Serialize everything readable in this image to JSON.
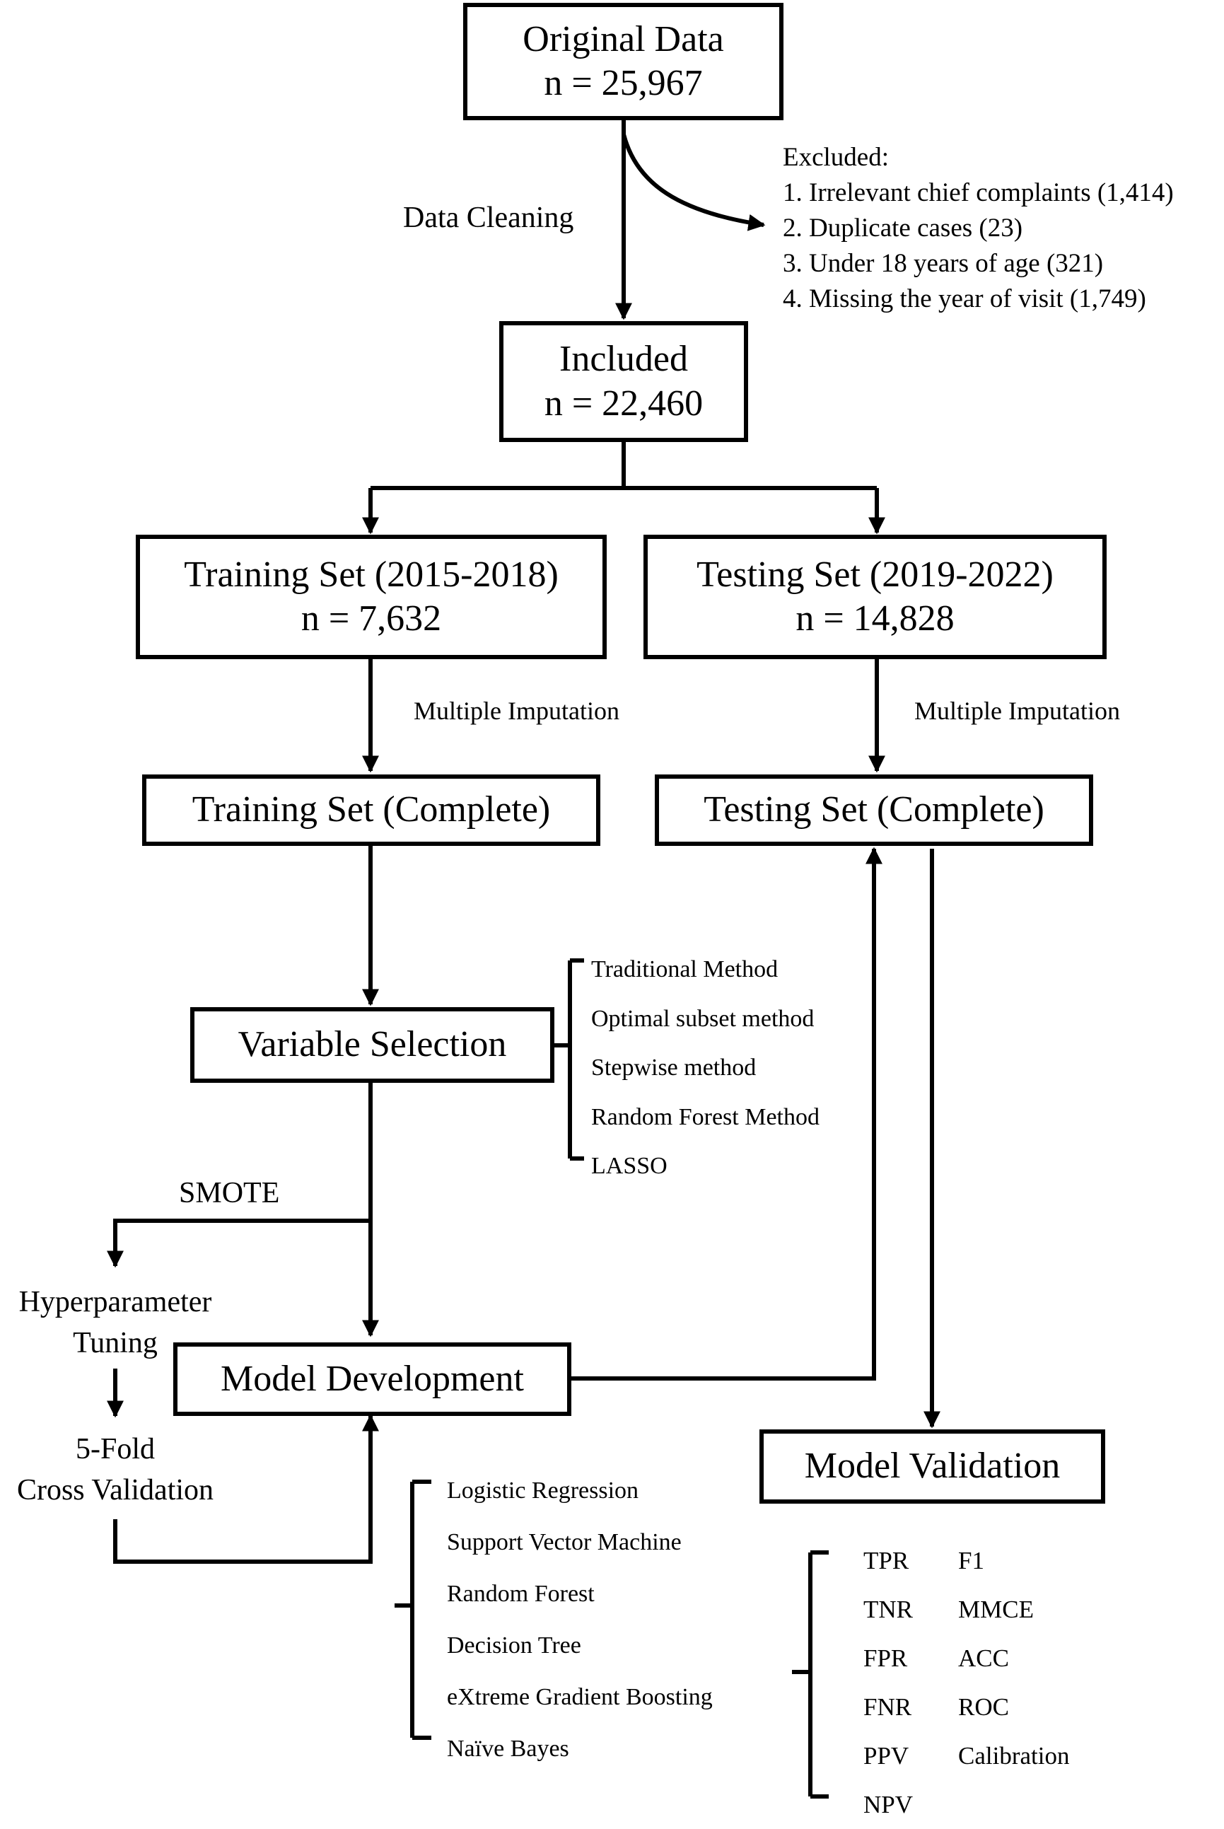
{
  "original": {
    "title": "Original Data",
    "n": "n = 25,967"
  },
  "cleaning_label": "Data Cleaning",
  "excluded": {
    "heading": "Excluded:",
    "items": [
      "1. Irrelevant chief complaints (1,414)",
      "2. Duplicate cases (23)",
      "3. Under 18 years of age (321)",
      "4. Missing the year of visit (1,749)"
    ]
  },
  "included": {
    "title": "Included",
    "n": "n = 22,460"
  },
  "training": {
    "title": "Training Set (2015-2018)",
    "n": "n = 7,632"
  },
  "testing": {
    "title": "Testing Set (2019-2022)",
    "n": "n = 14,828"
  },
  "imputation_label": "Multiple Imputation",
  "training_complete": "Training Set (Complete)",
  "testing_complete": "Testing Set (Complete)",
  "variable_selection": "Variable Selection",
  "selection_methods": [
    "Traditional Method",
    "Optimal subset method",
    "Stepwise method",
    "Random Forest Method",
    "LASSO"
  ],
  "smote_label": "SMOTE",
  "hyperparameter": [
    "Hyperparameter",
    "Tuning"
  ],
  "cross_validation": [
    "5-Fold",
    "Cross Validation"
  ],
  "model_development": "Model Development",
  "model_validation": "Model Validation",
  "models": [
    "Logistic Regression",
    "Support Vector Machine",
    "Random Forest",
    "Decision Tree",
    "eXtreme Gradient Boosting",
    "Naïve Bayes"
  ],
  "metrics_left": [
    "TPR",
    "TNR",
    "FPR",
    "FNR",
    "PPV",
    "NPV"
  ],
  "metrics_right": [
    "F1",
    "MMCE",
    "ACC",
    "ROC",
    "Calibration"
  ]
}
